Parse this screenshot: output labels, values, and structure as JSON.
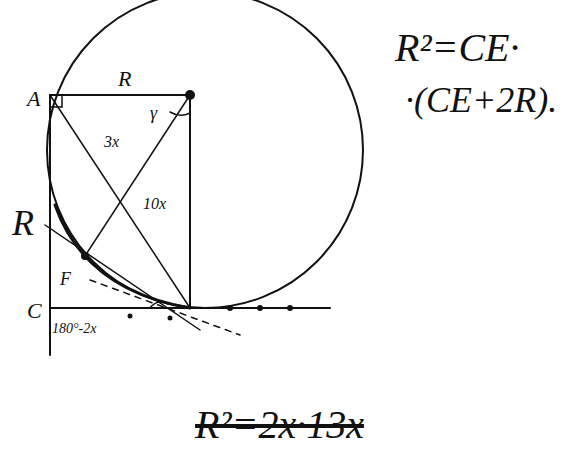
{
  "diagram": {
    "labels": [
      "R²=CE·",
      "·(CE+2R).",
      "A",
      "R",
      "R",
      "C",
      "3x",
      "γ",
      "10x",
      "F",
      "180°-2x",
      "R²=2x·13x"
    ]
  }
}
